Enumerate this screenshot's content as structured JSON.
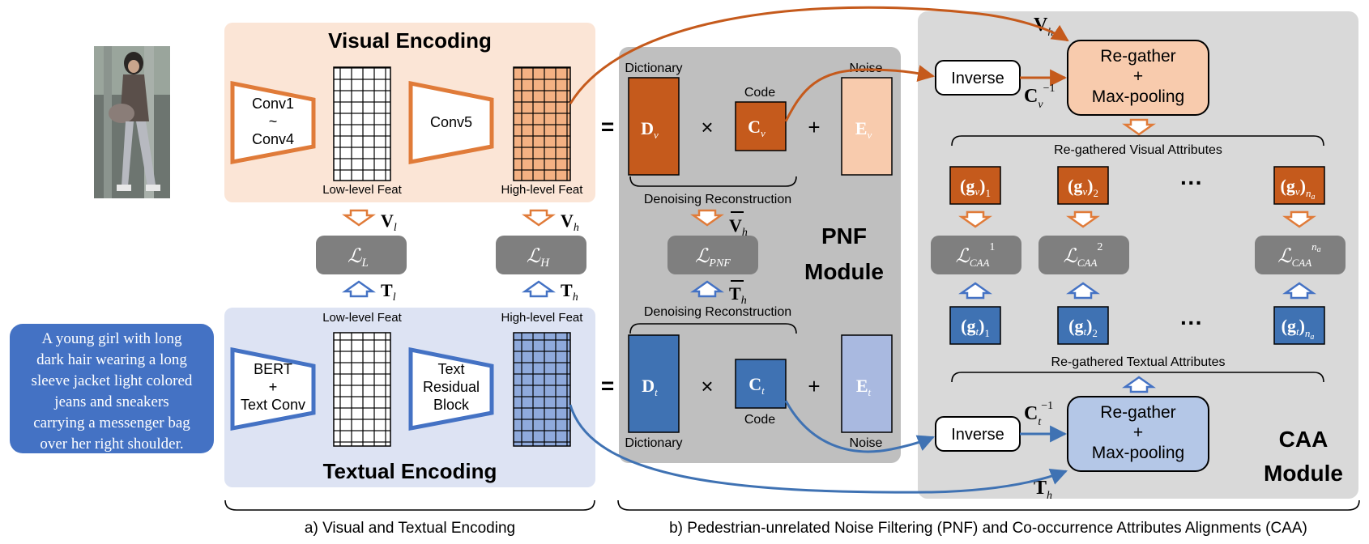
{
  "colors": {
    "orange": "#c55a1c",
    "orange_light": "#f8d7b4",
    "orange_bg": "#fbe5d6",
    "blue": "#3f72b3",
    "blue_light": "#a9b9e0",
    "blue_bg": "#dde3f3",
    "gray_panel": "#bfbfbf",
    "gray_panel2": "#d9d9d9",
    "loss_gray": "#7f7f7f",
    "caption_blue": "#4472c4"
  },
  "photo": {
    "icon": "pedestrian-photo"
  },
  "caption_text": {
    "lines": [
      "A young girl with long",
      "dark hair wearing a long",
      "sleeve jacket light colored",
      "jeans and sneakers",
      "carrying a messenger bag",
      "over her right shoulder."
    ]
  },
  "visual": {
    "title": "Visual Encoding",
    "conv1_line1": "Conv1",
    "conv1_tilde": "~",
    "conv1_line2": "Conv4",
    "conv5": "Conv5",
    "low_label": "Low-level Feat",
    "high_label": "High-level Feat"
  },
  "textual": {
    "title": "Textual Encoding",
    "bert_line1": "BERT",
    "bert_plus": "+",
    "bert_line2": "Text Conv",
    "res_line1": "Text",
    "res_line2": "Residual",
    "res_line3": "Block",
    "low_label": "Low-level Feat",
    "high_label": "High-level Feat"
  },
  "mid": {
    "vl": "V",
    "vl_sub": "l",
    "vh": "V",
    "vh_sub": "h",
    "tl": "T",
    "tl_sub": "l",
    "th": "T",
    "th_sub": "h",
    "loss_l": "ℒ",
    "loss_l_sub": "L",
    "loss_h": "ℒ",
    "loss_h_sub": "H"
  },
  "pnf": {
    "title_line1": "PNF",
    "title_line2": "Module",
    "dictionary_top": "Dictionary",
    "code_top": "Code",
    "noise_top": "Noise",
    "dictionary_bottom": "Dictionary",
    "code_bottom": "Code",
    "noise_bottom": "Noise",
    "dv": "D",
    "dv_sub": "v",
    "cv": "C",
    "cv_sub": "v",
    "ev": "E",
    "ev_sub": "v",
    "dt": "D",
    "dt_sub": "t",
    "ct": "C",
    "ct_sub": "t",
    "et": "E",
    "et_sub": "t",
    "equals": "=",
    "times": "×",
    "plus": "+",
    "denoise_top": "Denoising Reconstruction",
    "denoise_bottom": "Denoising Reconstruction",
    "vbar": "V",
    "vbar_sub": "h",
    "tbar": "T",
    "tbar_sub": "h",
    "loss": "ℒ",
    "loss_sub": "PNF"
  },
  "caa": {
    "title_line1": "CAA",
    "title_line2": "Module",
    "vh": "V",
    "vh_sub": "h",
    "th": "T",
    "th_sub": "h",
    "inverse_top": "Inverse",
    "inverse_bottom": "Inverse",
    "cv_inv": "C",
    "cv_inv_sub": "v",
    "inv_sup": "−1",
    "ct_inv": "C",
    "ct_inv_sub": "t",
    "regather_line1": "Re-gather",
    "regather_plus": "+",
    "regather_line2": "Max-pooling",
    "visual_attr_label": "Re-gathered Visual Attributes",
    "textual_attr_label": "Re-gathered Textual Attributes",
    "g": "g",
    "gv_sub": "v",
    "gt_sub": "t",
    "idx1": "1",
    "idx2": "2",
    "idx_n": "n",
    "idx_n_sub": "a",
    "dots": "···",
    "loss": "ℒ",
    "loss_sub": "CAA",
    "sup1": "1",
    "sup2": "2"
  },
  "captions": {
    "a": "a) Visual and Textual Encoding",
    "b": "b) Pedestrian-unrelated Noise Filtering (PNF) and Co-occurrence Attributes Alignments (CAA)"
  }
}
